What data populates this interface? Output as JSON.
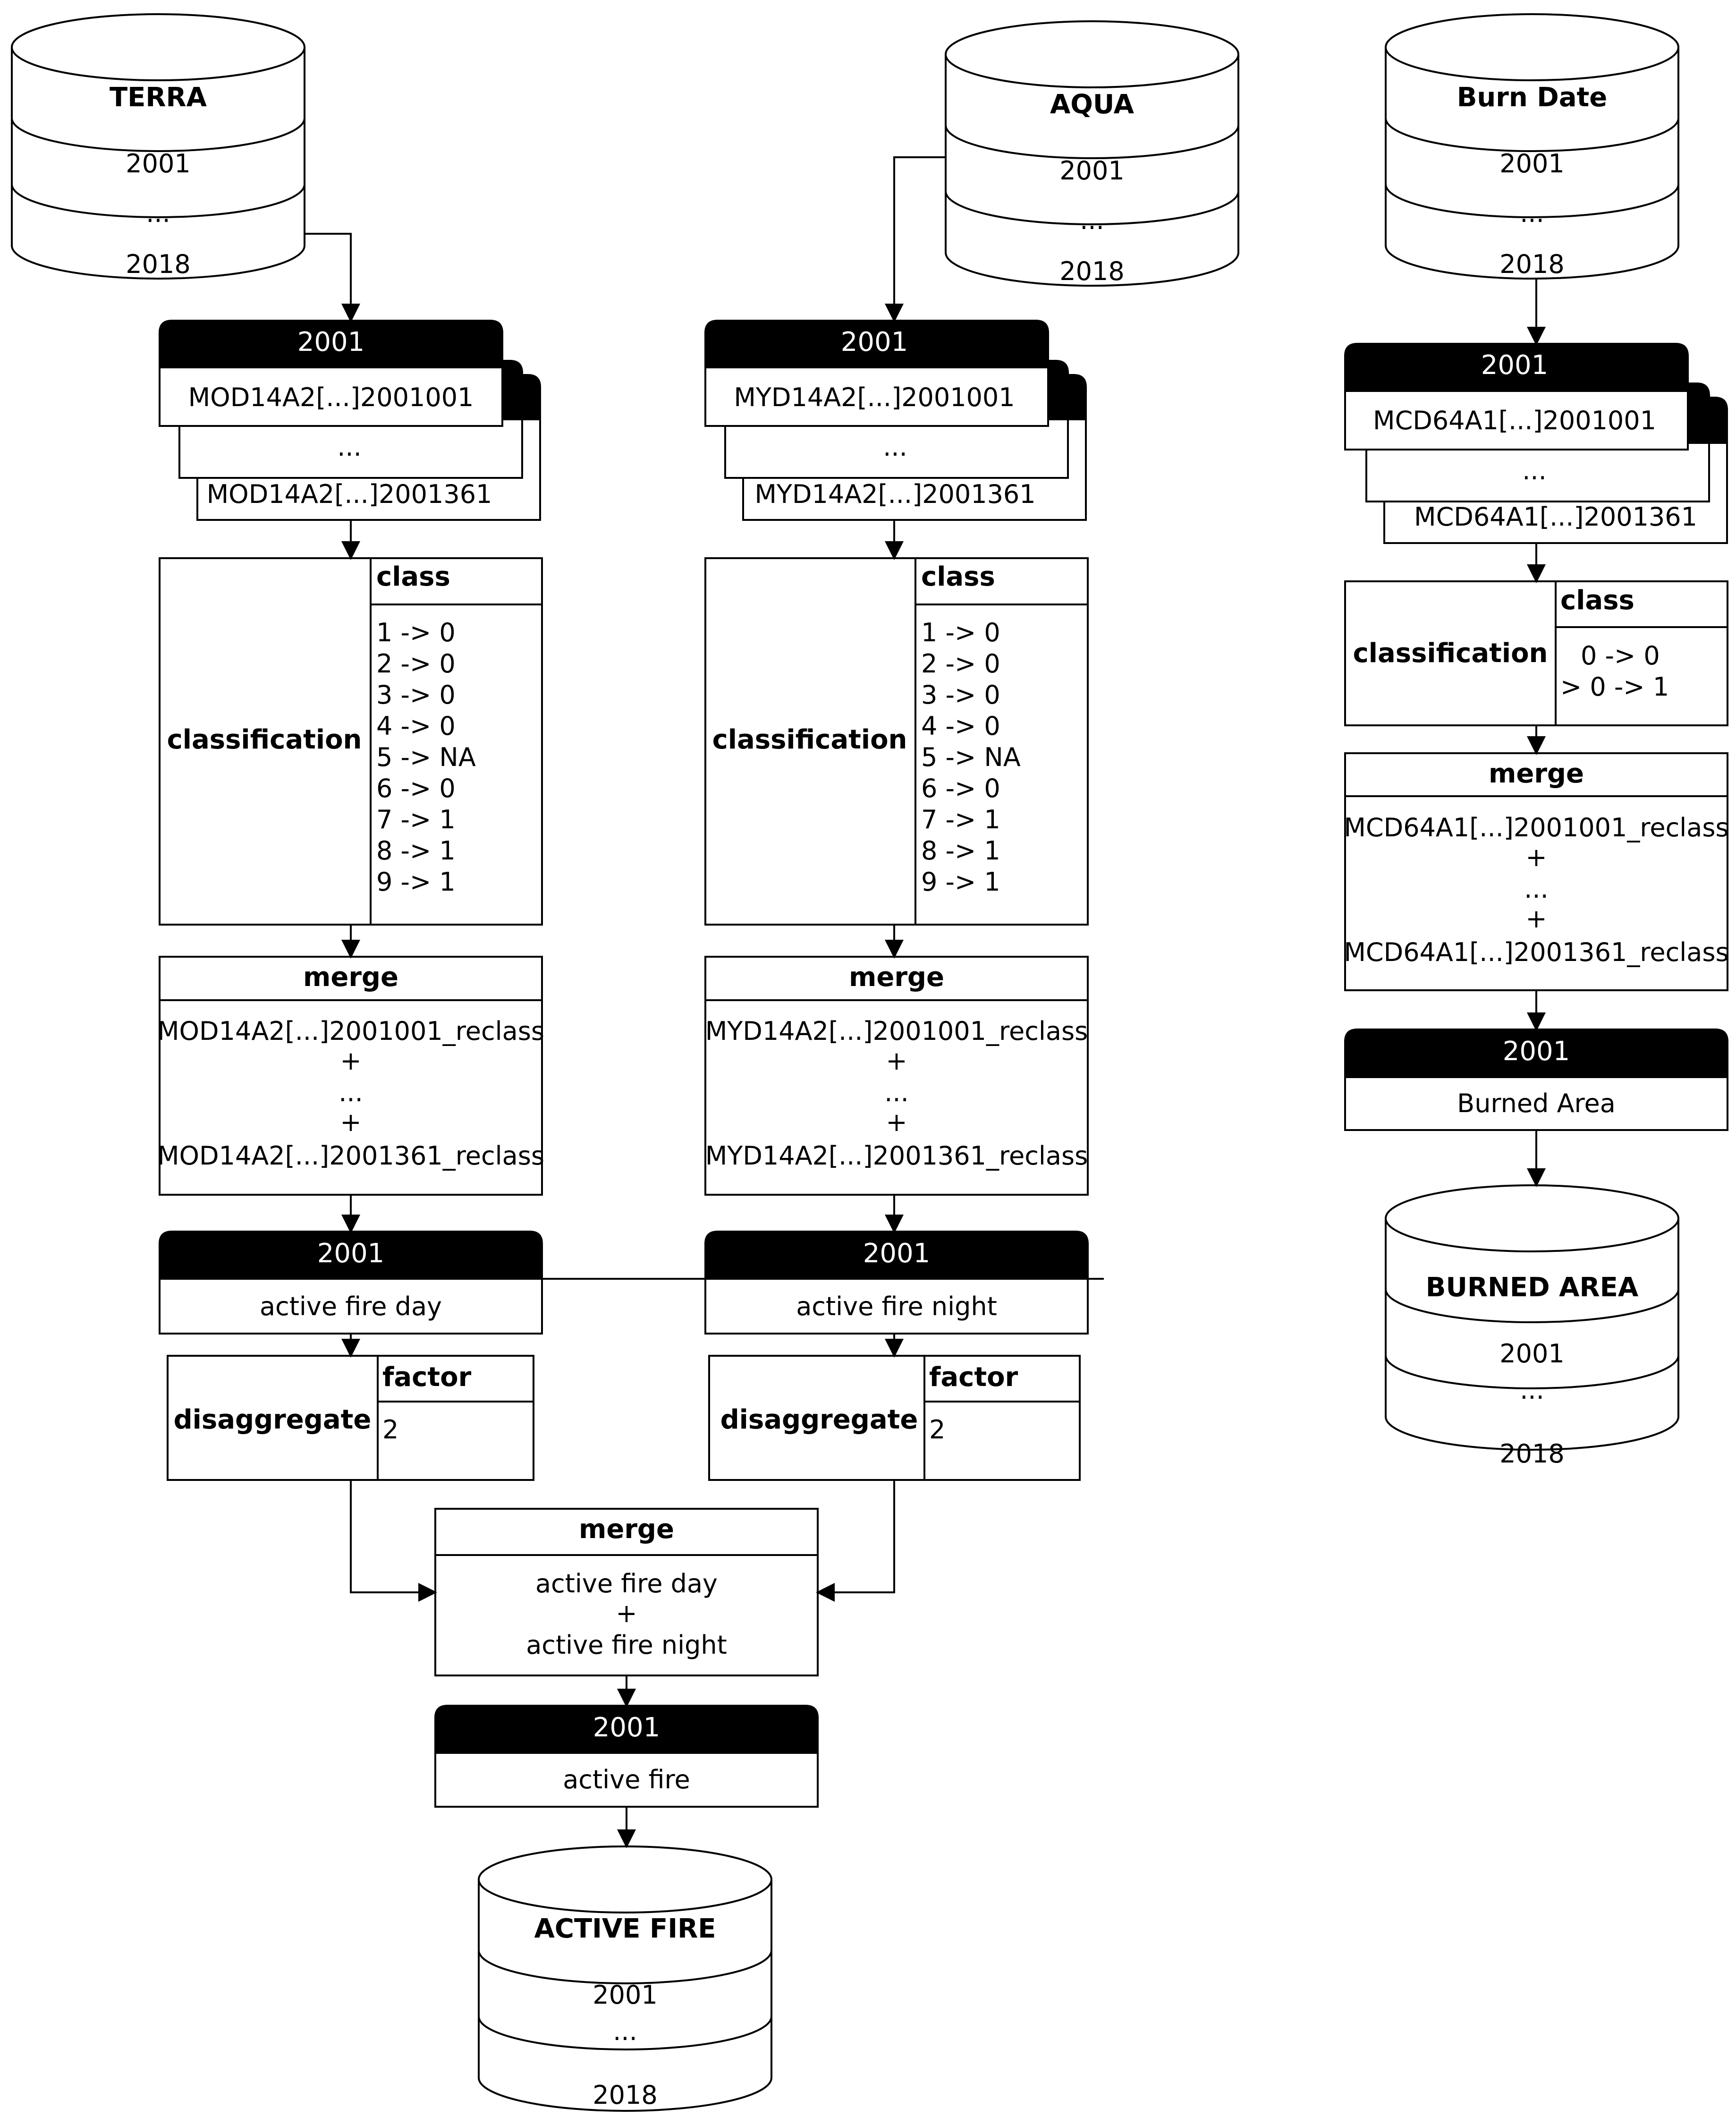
{
  "terra_db": {
    "title": "TERRA",
    "rows": [
      "2001",
      "...",
      "2018"
    ]
  },
  "aqua_db": {
    "title": "AQUA",
    "rows": [
      "2001",
      "...",
      "2018"
    ]
  },
  "burn_db": {
    "title": "Burn Date",
    "rows": [
      "2001",
      "...",
      "2018"
    ]
  },
  "terra_stack": {
    "year": "2001",
    "files": [
      "MOD14A2[...]2001001",
      "...",
      "MOD14A2[...]2001361"
    ]
  },
  "aqua_stack": {
    "year": "2001",
    "files": [
      "MYD14A2[...]2001001",
      "...",
      "MYD14A2[...]2001361"
    ]
  },
  "burn_stack": {
    "year": "2001",
    "files": [
      "MCD64A1[...]2001001",
      "...",
      "MCD64A1[...]2001361"
    ]
  },
  "terra_class": {
    "label": "classification",
    "header": "class",
    "rules": [
      "1 -> 0",
      "2 -> 0",
      "3 -> 0",
      "4 -> 0",
      "5 -> NA",
      "6 -> 0",
      "7 -> 1",
      "8 -> 1",
      "9 -> 1"
    ]
  },
  "aqua_class": {
    "label": "classification",
    "header": "class",
    "rules": [
      "1 -> 0",
      "2 -> 0",
      "3 -> 0",
      "4 -> 0",
      "5 -> NA",
      "6 -> 0",
      "7 -> 1",
      "8 -> 1",
      "9 -> 1"
    ]
  },
  "burn_class": {
    "label": "classification",
    "header": "class",
    "rules": [
      "0 -> 0",
      "> 0 -> 1"
    ]
  },
  "terra_merge": {
    "title": "merge",
    "lines": [
      "MOD14A2[...]2001001_reclass",
      "+",
      "...",
      "+",
      "MOD14A2[...]2001361_reclass"
    ]
  },
  "aqua_merge": {
    "title": "merge",
    "lines": [
      "MYD14A2[...]2001001_reclass",
      "+",
      "...",
      "+",
      "MYD14A2[...]2001361_reclass"
    ]
  },
  "burn_merge": {
    "title": "merge",
    "lines": [
      "MCD64A1[...]2001001_reclass",
      "+",
      "...",
      "+",
      "MCD64A1[...]2001361_reclass"
    ]
  },
  "terra_result": {
    "year": "2001",
    "label": "active fire day"
  },
  "aqua_result": {
    "year": "2001",
    "label": "active fire night"
  },
  "burn_result": {
    "year": "2001",
    "label": "Burned Area"
  },
  "terra_disagg": {
    "label": "disaggregate",
    "header": "factor",
    "value": "2"
  },
  "aqua_disagg": {
    "label": "disaggregate",
    "header": "factor",
    "value": "2"
  },
  "final_merge": {
    "title": "merge",
    "lines": [
      "active fire day",
      "+",
      "active fire night"
    ]
  },
  "final_result": {
    "year": "2001",
    "label": "active fire"
  },
  "active_db": {
    "title": "ACTIVE FIRE",
    "rows": [
      "2001",
      "...",
      "2018"
    ]
  },
  "burned_db": {
    "title": "BURNED AREA",
    "rows": [
      "2001",
      "...",
      "2018"
    ]
  }
}
